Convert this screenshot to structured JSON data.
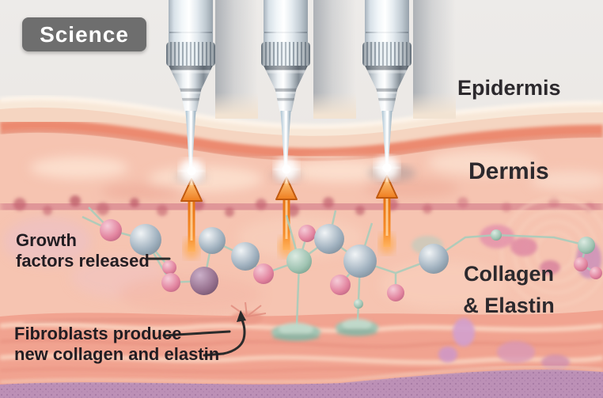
{
  "badge": {
    "label": "Science"
  },
  "layers": {
    "epidermis": "Epidermis",
    "dermis": "Dermis",
    "collagen_line1": "Collagen",
    "collagen_line2": "& Elastin"
  },
  "annotations": {
    "growth_line1": "Growth",
    "growth_line2": "factors released",
    "fibro_line1": "Fibroblasts produce",
    "fibro_line2": "new collagen and elastin"
  },
  "colors": {
    "badge_bg": "#6e6e6e",
    "badge_text": "#ffffff",
    "label_text": "#2c292d",
    "arrow_orange": "#ef7d1f",
    "epidermis_salmon": "#ec8a70",
    "dermis_pink": "#f6c4b1",
    "deep_dermis_salmon": "#f1a390",
    "hypodermis_purple": "#bc90b6",
    "molecule_gray": "#9fb0be",
    "molecule_pink": "#e2849f",
    "molecule_purple": "#97718f",
    "molecule_teal": "#9fc3b2",
    "fibroblast_teal": "#a3c4b3"
  }
}
